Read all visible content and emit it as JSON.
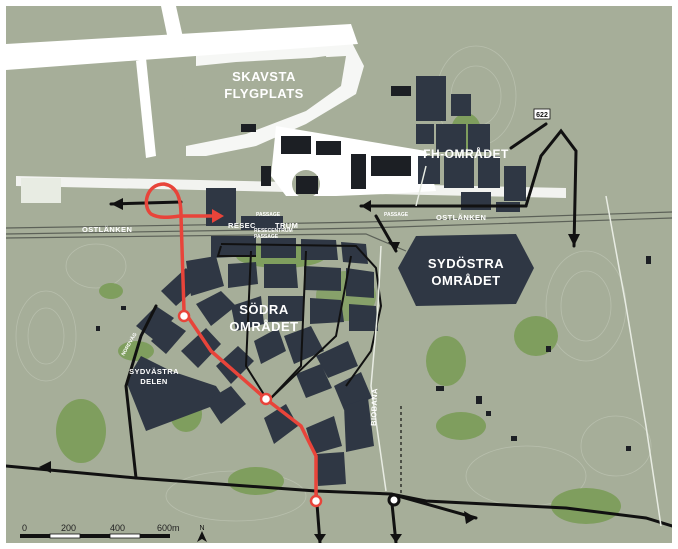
{
  "labels": {
    "airport_line1": "SKAVSTA",
    "airport_line2": "FLYGPLATS",
    "fh_area": "FH-OMRÅDET",
    "southeast_line1": "SYDÖSTRA",
    "southeast_line2": "OMRÅDET",
    "south_line1": "SÖDRA",
    "south_line2": "OMRÅDET",
    "southwest_line1": "SYDVÄSTRA",
    "southwest_line2": "DELEN",
    "ostlanken_west": "OSTLÄNKEN",
    "ostlanken_east": "OSTLÄNKEN",
    "travel_center_left": "RESEC",
    "travel_center_right": "TRUM",
    "passage_north": "PASSAGE",
    "passage_south": "PASSAGE",
    "travel_center_small": "RESECENTRUM",
    "passage_east": "PASSAGE",
    "road_number": "622",
    "biobana": "BIOBANA",
    "nordvag": "NORDVÄG"
  },
  "scale": {
    "ticks": [
      "0",
      "200",
      "400",
      "600m"
    ]
  },
  "north_arrow": {
    "label": "N"
  },
  "colors": {
    "terrain": "#a6ae99",
    "buildings": "#2f3744",
    "green_areas": "#7f9e5e",
    "new_road": "#e8443a",
    "roads": "#111111"
  }
}
